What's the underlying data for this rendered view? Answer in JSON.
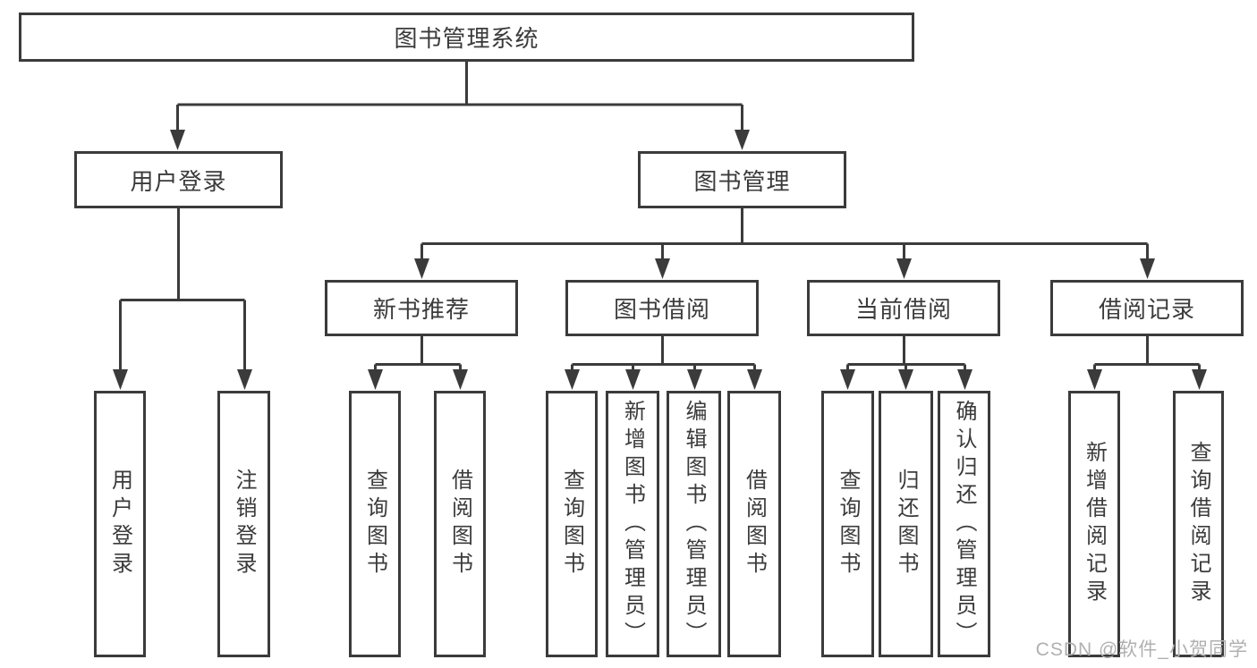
{
  "diagram": {
    "title_node": "图书管理系统",
    "nodes": {
      "root": "图书管理系统",
      "level2": [
        "用户登录",
        "图书管理"
      ],
      "level3": [
        "新书推荐",
        "图书借阅",
        "当前借阅",
        "借阅记录"
      ],
      "leaves": [
        "用户登录",
        "注销登录",
        "查询图书",
        "借阅图书",
        "查询图书",
        "新增图书（管理员）",
        "编辑图书（管理员）",
        "借阅图书",
        "查询图书",
        "归还图书",
        "确认归还（管理员）",
        "新增借阅记录",
        "查询借阅记录"
      ]
    },
    "colors": {
      "line": "#3b3b3b",
      "text": "#3b3b3b",
      "background": "#ffffff",
      "watermark": "#b0b0b0"
    }
  },
  "watermark": {
    "text": "CSDN @软件_小贺同学"
  }
}
